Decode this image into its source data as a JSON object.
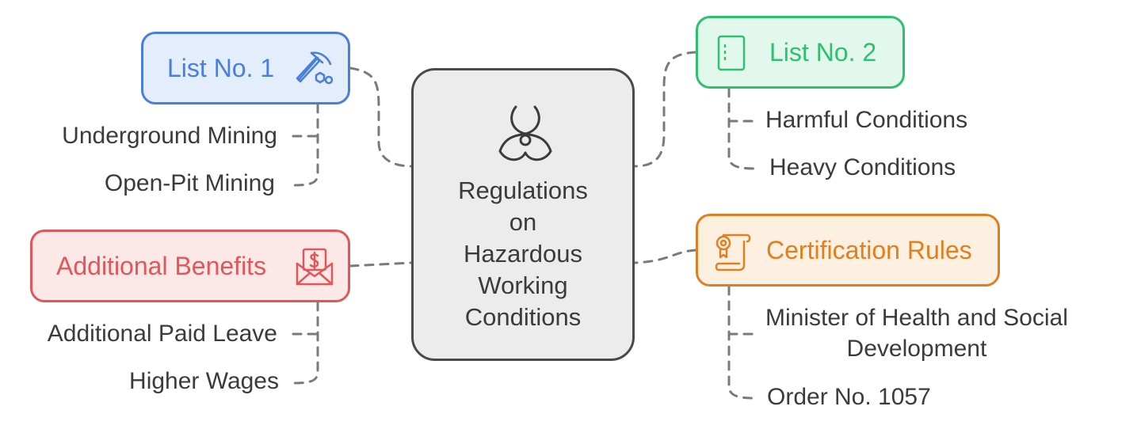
{
  "center": {
    "title": "Regulations\non\nHazardous\nWorking\nConditions"
  },
  "branches": {
    "list1": {
      "label": "List No. 1",
      "color": "#4a7fd9",
      "fill": "#e3edfc",
      "icon": "pickaxe-gear-icon",
      "items": [
        "Underground Mining",
        "Open-Pit Mining"
      ]
    },
    "list2": {
      "label": "List No. 2",
      "color": "#2fbf71",
      "fill": "#e3f8ec",
      "icon": "notebook-icon",
      "items": [
        "Harmful Conditions",
        "Heavy Conditions"
      ]
    },
    "benefits": {
      "label": "Additional Benefits",
      "color": "#e0565b",
      "fill": "#fde8e8",
      "icon": "envelope-dollar-icon",
      "items": [
        "Additional Paid Leave",
        "Higher Wages"
      ]
    },
    "certification": {
      "label": "Certification Rules",
      "color": "#e07f1f",
      "fill": "#fdf0e1",
      "icon": "certificate-scroll-icon",
      "items": [
        "Minister of Health and Social\nDevelopment",
        "Order No. 1057"
      ]
    }
  },
  "connector_color": "#777777",
  "center_icon": "biohazard-icon"
}
